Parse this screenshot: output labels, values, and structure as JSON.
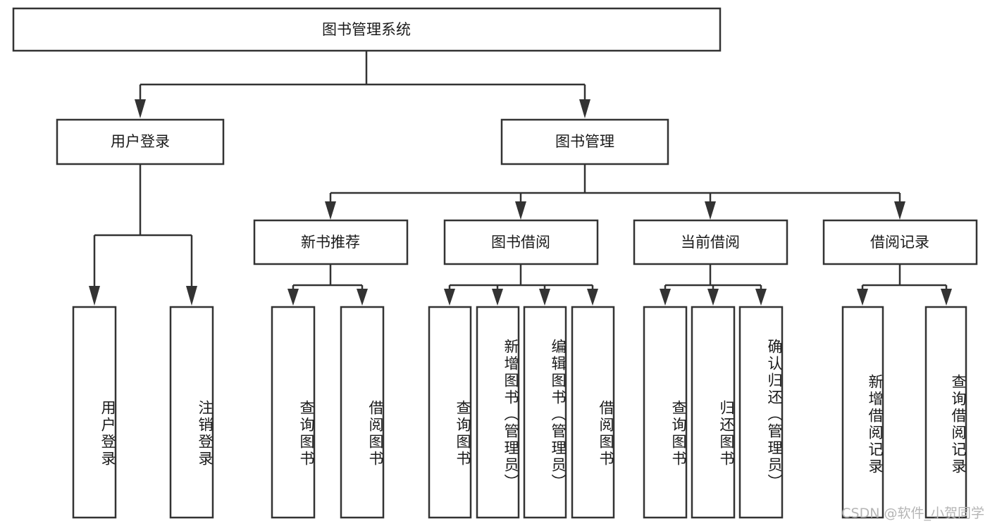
{
  "diagram": {
    "title_node": {
      "id": "root",
      "label": "图书管理系统"
    },
    "level2": [
      {
        "id": "user-login",
        "label": "用户登录"
      },
      {
        "id": "book-manage",
        "label": "图书管理"
      }
    ],
    "level3": [
      {
        "id": "new-book-rec",
        "label": "新书推荐"
      },
      {
        "id": "book-borrow",
        "label": "图书借阅"
      },
      {
        "id": "current-borrow",
        "label": "当前借阅"
      },
      {
        "id": "borrow-record",
        "label": "借阅记录"
      }
    ],
    "leaves": [
      {
        "id": "leaf-user-login",
        "label": "用户登录",
        "parent": "user-login"
      },
      {
        "id": "leaf-logout-login",
        "label": "注销登录",
        "parent": "user-login"
      },
      {
        "id": "leaf-query-book-1",
        "label": "查询图书",
        "parent": "new-book-rec"
      },
      {
        "id": "leaf-borrow-book-1",
        "label": "借阅图书",
        "parent": "new-book-rec"
      },
      {
        "id": "leaf-query-book-2",
        "label": "查询图书",
        "parent": "book-borrow"
      },
      {
        "id": "leaf-add-book",
        "label": "新增图书（管理员）",
        "parent": "book-borrow"
      },
      {
        "id": "leaf-edit-book",
        "label": "编辑图书（管理员）",
        "parent": "book-borrow"
      },
      {
        "id": "leaf-borrow-book-2",
        "label": "借阅图书",
        "parent": "book-borrow"
      },
      {
        "id": "leaf-query-book-3",
        "label": "查询图书",
        "parent": "current-borrow"
      },
      {
        "id": "leaf-return-book",
        "label": "归还图书",
        "parent": "current-borrow"
      },
      {
        "id": "leaf-confirm-return",
        "label": "确认归还（管理员）",
        "parent": "current-borrow"
      },
      {
        "id": "leaf-add-record",
        "label": "新增借阅记录",
        "parent": "borrow-record"
      },
      {
        "id": "leaf-query-record",
        "label": "查询借阅记录",
        "parent": "borrow-record"
      }
    ],
    "watermark": "CSDN @软件_小贺同学",
    "colors": {
      "stroke": "#333333",
      "box_fill": "#ffffff",
      "text": "#1a1a1a",
      "watermark": "#b5b5b5",
      "background": "#ffffff"
    }
  }
}
